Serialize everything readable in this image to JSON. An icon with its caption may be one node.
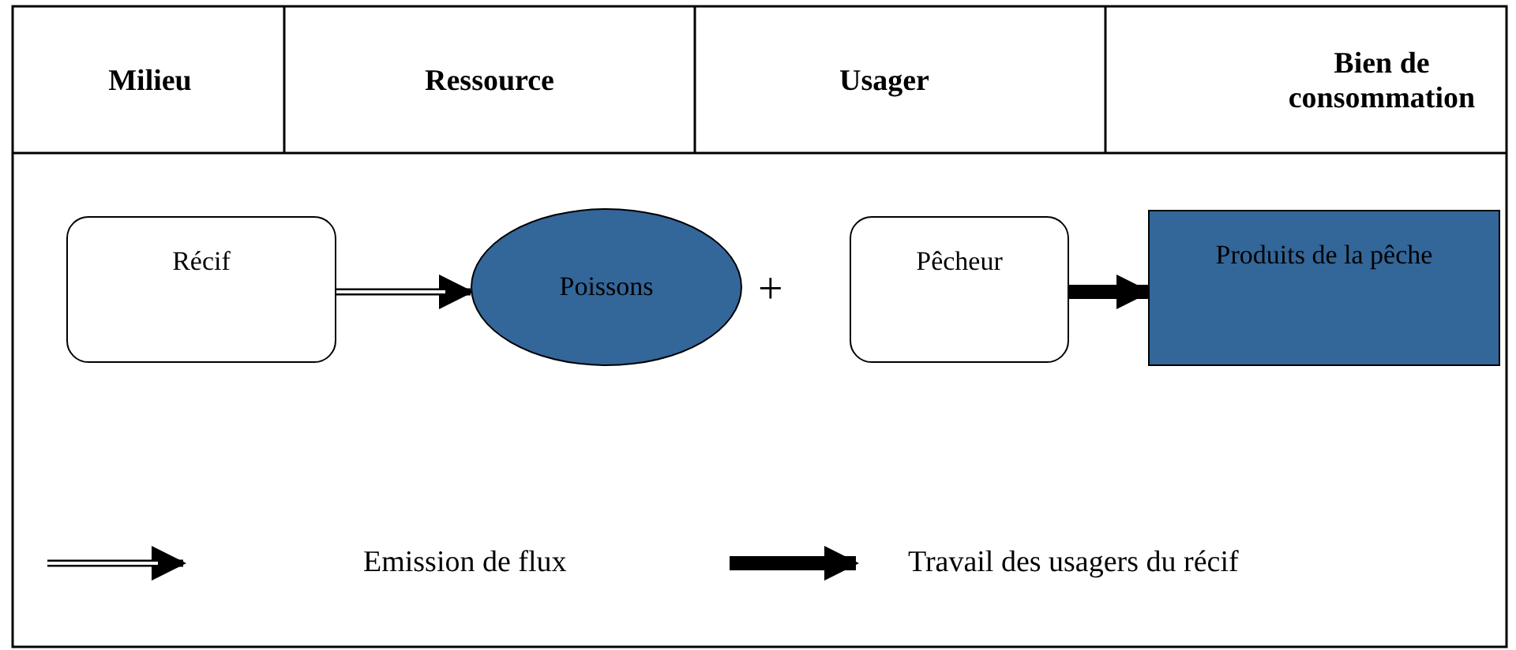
{
  "diagram": {
    "nodes": [
      {
        "text": [
          "Récif"
        ]
      },
      {
        "text": [
          "Poissons"
        ]
      },
      {
        "text": [
          "Pêcheur"
        ]
      },
      {
        "text": [
          "Produits de la pêche"
        ]
      }
    ],
    "edges": [
      {
        "from": 0,
        "to": 1,
        "arrow": "to"
      },
      {
        "from": 2,
        "to": 3,
        "arrow": "to",
        "style": "thick"
      }
    ],
    "labels": [
      "Milieu",
      "Ressource",
      "Usager",
      "Bien de consommation",
      "+"
    ],
    "legend": [
      {
        "text": "Emission de flux"
      },
      {
        "text": "Travail des usagers du récif"
      }
    ]
  }
}
